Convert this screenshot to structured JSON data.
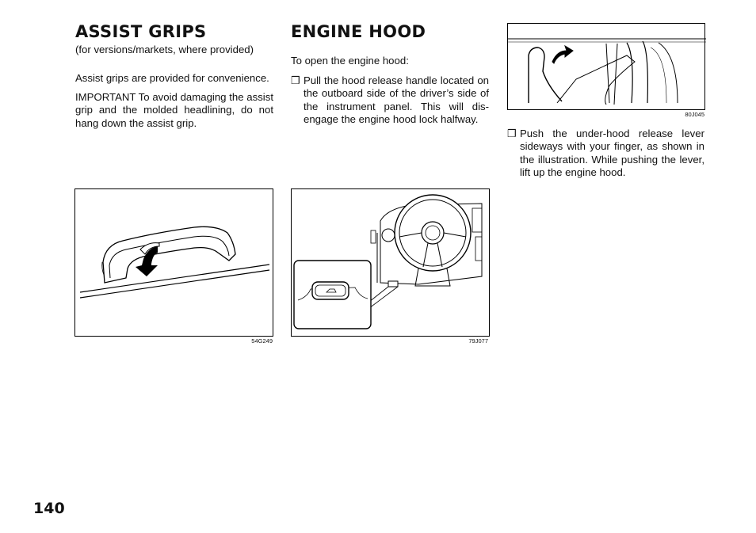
{
  "assist": {
    "title": "ASSIST GRIPS",
    "subtitle": "(for versions/markets, where provided)",
    "para1": "Assist grips are provided for convenience.",
    "para2": "IMPORTANT To avoid damaging the as­sist grip and the molded headlining, do not hang down the assist grip.",
    "figure_code": "54G249"
  },
  "hood": {
    "title": "ENGINE HOOD",
    "intro": "To open the engine hood:",
    "bullet_glyph": "❒",
    "step1": "Pull the hood release handle located on the outboard side of the driver’s side of the instrument panel. This will dis­engage the engine hood lock halfway.",
    "figure_code": "79J077"
  },
  "right": {
    "figure_code": "80J045",
    "step2": "Push the under-hood release lever sideways with your finger, as shown in the illustration. While pushing the lever, lift up the engine hood."
  },
  "page_number": "140"
}
